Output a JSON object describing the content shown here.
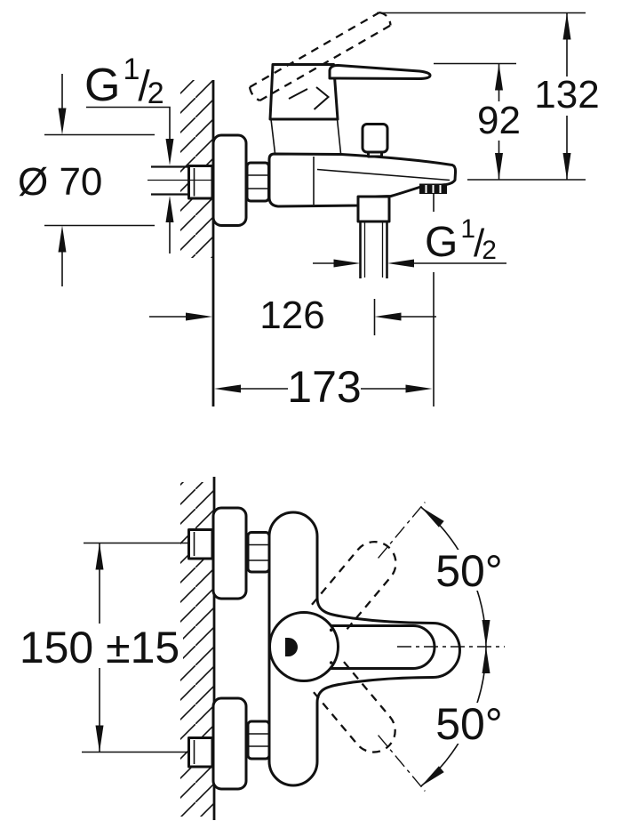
{
  "colors": {
    "ink": "#111111",
    "paper": "#ffffff"
  },
  "side_view": {
    "wall_thread": {
      "prefix": "G",
      "numerator": "1",
      "slash": "/",
      "denominator": "2"
    },
    "escutcheon_diameter": "Ø 70",
    "lever_to_spout_height": "92",
    "overall_height": "132",
    "outlet_thread": {
      "prefix": "G",
      "numerator": "1",
      "slash": "/",
      "denominator": "2"
    },
    "wall_to_outlet": "126",
    "wall_to_spout_tip": "173"
  },
  "plan_view": {
    "connection_spacing": "150 ±15",
    "lever_swing_upper": "50°",
    "lever_swing_lower": "50°"
  }
}
